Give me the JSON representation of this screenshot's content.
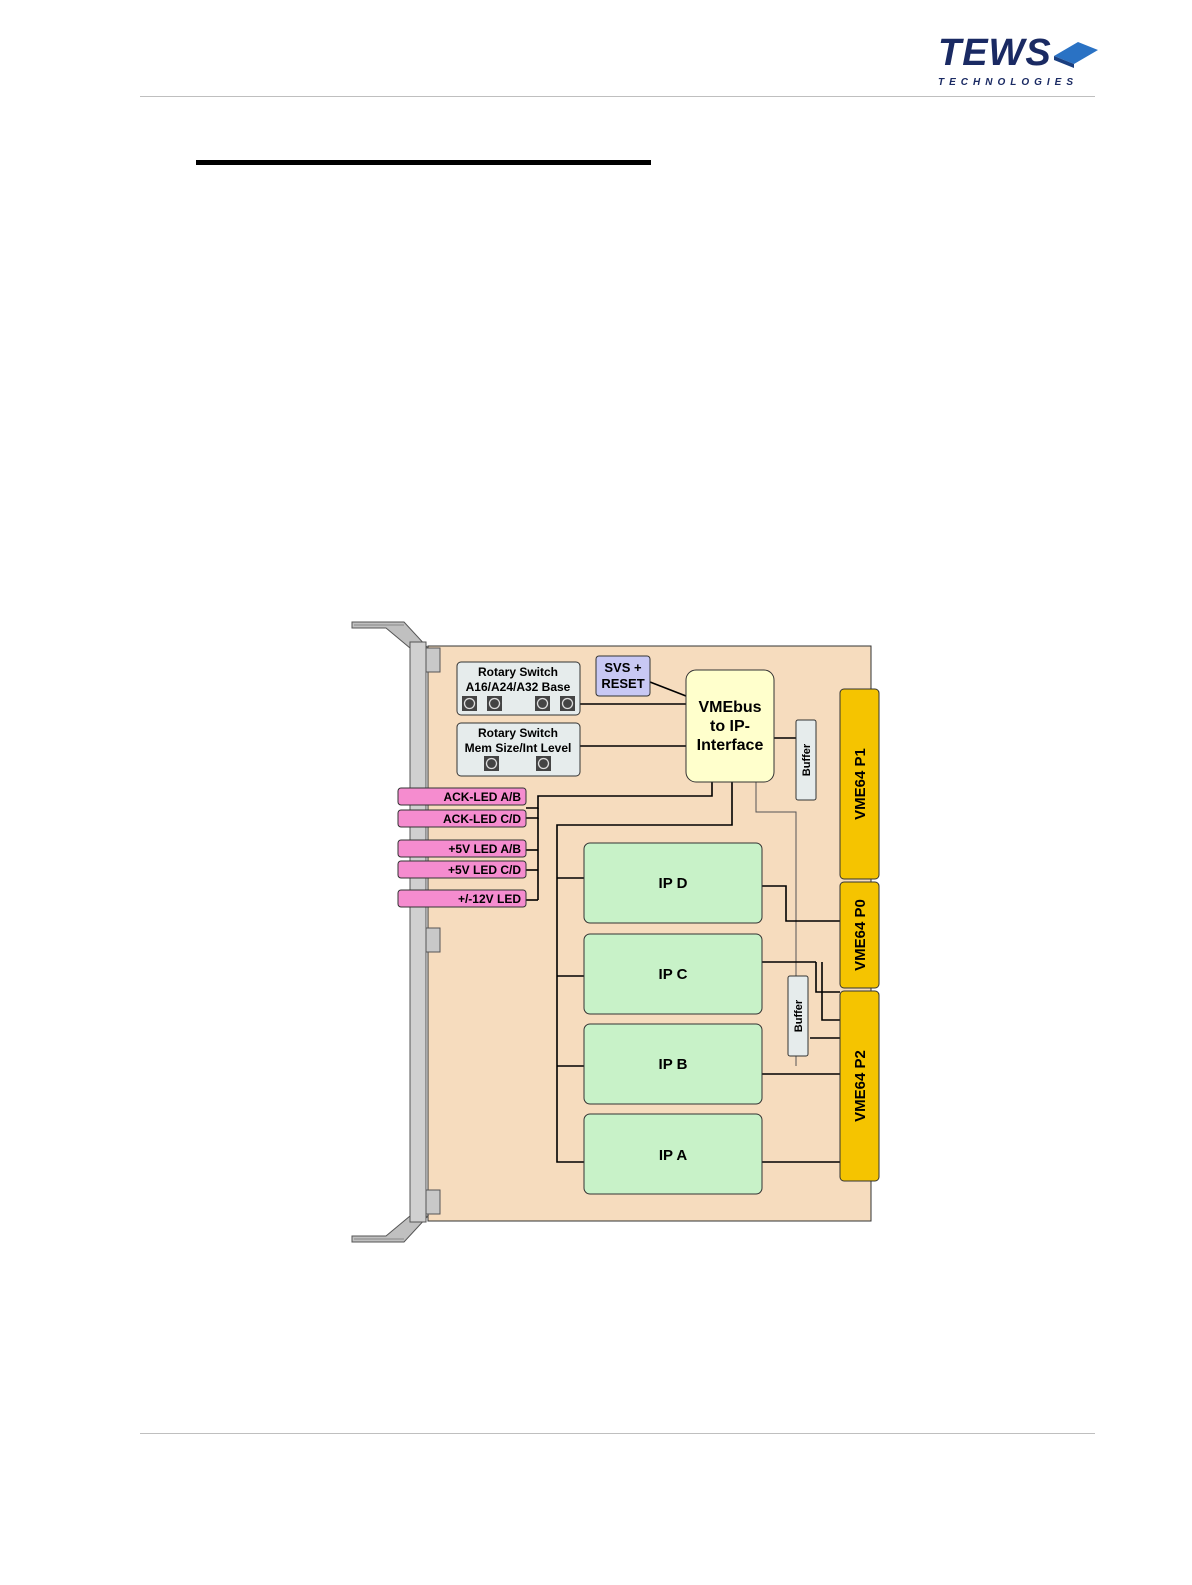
{
  "logo": {
    "brand": "TEWS",
    "tagline": "TECHNOLOGIES",
    "mark_icon": "tews-diamond-icon"
  },
  "colors": {
    "board": "#f6dcbe",
    "panel": "#c8c8c8",
    "rotary": "#e6ecec",
    "svs": "#c8c8f4",
    "vmebus": "#ffffcc",
    "buffer": "#e6ecec",
    "led": "#f58ccf",
    "ip_slot": "#c8f2c8",
    "connector": "#f5c400",
    "logo": "#1a2a63",
    "logo_mark": "#2a72c4"
  },
  "diagram": {
    "rotary_base": {
      "line1": "Rotary Switch",
      "line2": "A16/A24/A32 Base"
    },
    "rotary_mem": {
      "line1": "Rotary Switch",
      "line2": "Mem Size/Int Level"
    },
    "svs": {
      "line1": "SVS +",
      "line2": "RESET"
    },
    "vmebus": {
      "line1": "VMEbus",
      "line2": "to IP-",
      "line3": "Interface"
    },
    "buffer_top": "Buffer",
    "buffer_bottom": "Buffer",
    "leds": [
      "ACK-LED A/B",
      "ACK-LED C/D",
      "+5V LED A/B",
      "+5V LED C/D",
      "+/-12V LED"
    ],
    "ip_slots": [
      "IP D",
      "IP C",
      "IP B",
      "IP A"
    ],
    "connectors": [
      "VME64 P1",
      "VME64 P0",
      "VME64 P2"
    ]
  }
}
